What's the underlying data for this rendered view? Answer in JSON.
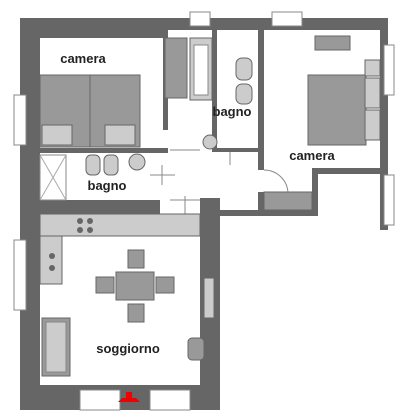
{
  "rooms": {
    "camera_left": "camera",
    "bagno_top": "bagno",
    "camera_right": "camera",
    "bagno_left": "bagno",
    "soggiorno": "soggiorno"
  },
  "colors": {
    "wall": "#666666",
    "furniture_dark": "#999999",
    "furniture_light": "#cccccc",
    "line": "#888888",
    "entrance": "#ee0000"
  }
}
